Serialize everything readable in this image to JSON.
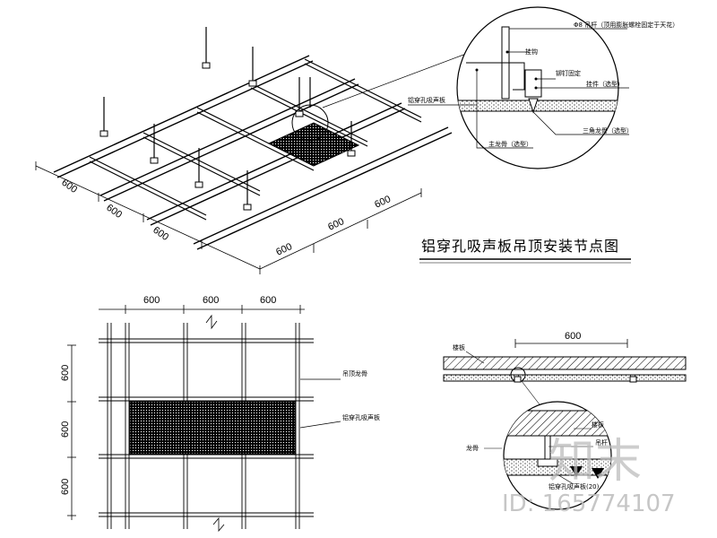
{
  "iso_view": {
    "dims": [
      "600",
      "600",
      "600",
      "600",
      "600",
      "600"
    ],
    "title": "铝穿孔吸声板吊顶安装节点图"
  },
  "detail_bubble": {
    "labels": [
      "Φ8 吊杆（顶用膨胀螺栓固定于天花）",
      "挂钩",
      "铆钉固定",
      "挂件（选型）",
      "铝穿孔吸声板",
      "主龙骨（选型）",
      "三角龙骨（选型）"
    ]
  },
  "plan_view": {
    "top_dims": [
      "600",
      "600",
      "600"
    ],
    "side_dims": [
      "600",
      "600",
      "600"
    ],
    "labels": [
      "吊顶龙骨",
      "铝穿孔吸声板"
    ]
  },
  "section_view": {
    "dim": "600",
    "labels": [
      "楼板",
      "楼板",
      "吊杆",
      "龙骨",
      "铝穿孔吸声板(20)"
    ]
  },
  "watermark": {
    "logo": "知末",
    "id": "ID: 165774107"
  }
}
